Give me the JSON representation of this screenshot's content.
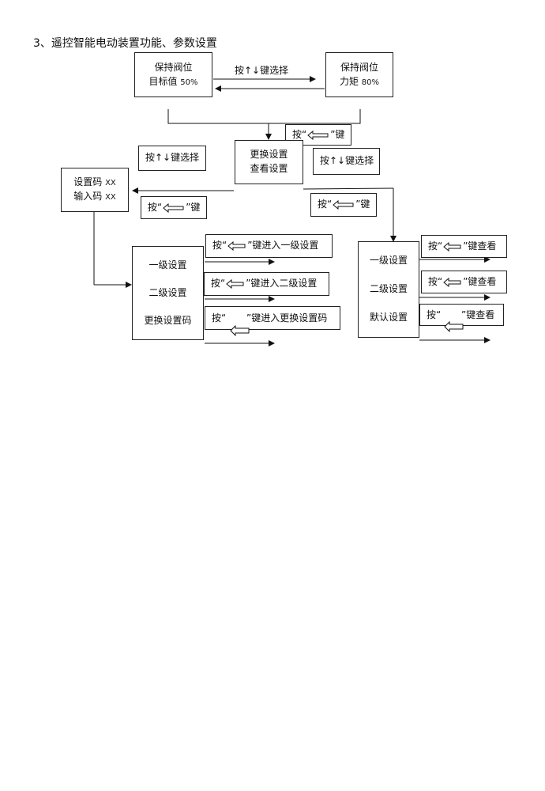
{
  "doc": {
    "section_title": "3、遥控智能电动装置功能、参数设置"
  },
  "top": {
    "left_box": {
      "line1": "保持阀位",
      "line2_label": "目标值",
      "line2_value": "50%"
    },
    "right_box": {
      "line1": "保持阀位",
      "line2_label": "力矩",
      "line2_value": "80%"
    },
    "select_label": "按↑↓键选择"
  },
  "enter_key_text": {
    "prefix": "按“",
    "suffix": "”键"
  },
  "middle": {
    "menu_box": {
      "line1": "更换设置",
      "line2": "查看设置"
    },
    "select_left": "按↑↓键选择",
    "select_right": "按↑↓键选择",
    "code_box": {
      "line1_label": "设置码",
      "line1_value": "XX",
      "line2_label": "输入码",
      "line2_value": "XX"
    }
  },
  "settings_menu": {
    "items": [
      "一级设置",
      "二级设置",
      "更换设置码"
    ],
    "actions": [
      "”键进入一级设置",
      "”键进入二级设置",
      "”键进入更换设置码"
    ]
  },
  "view_menu": {
    "items": [
      "一级设置",
      "二级设置",
      "默认设置"
    ],
    "actions": [
      "”键查看",
      "”键查看",
      "”键查看"
    ]
  },
  "icons": {
    "enter_key": "left-arrow-enter-icon"
  }
}
